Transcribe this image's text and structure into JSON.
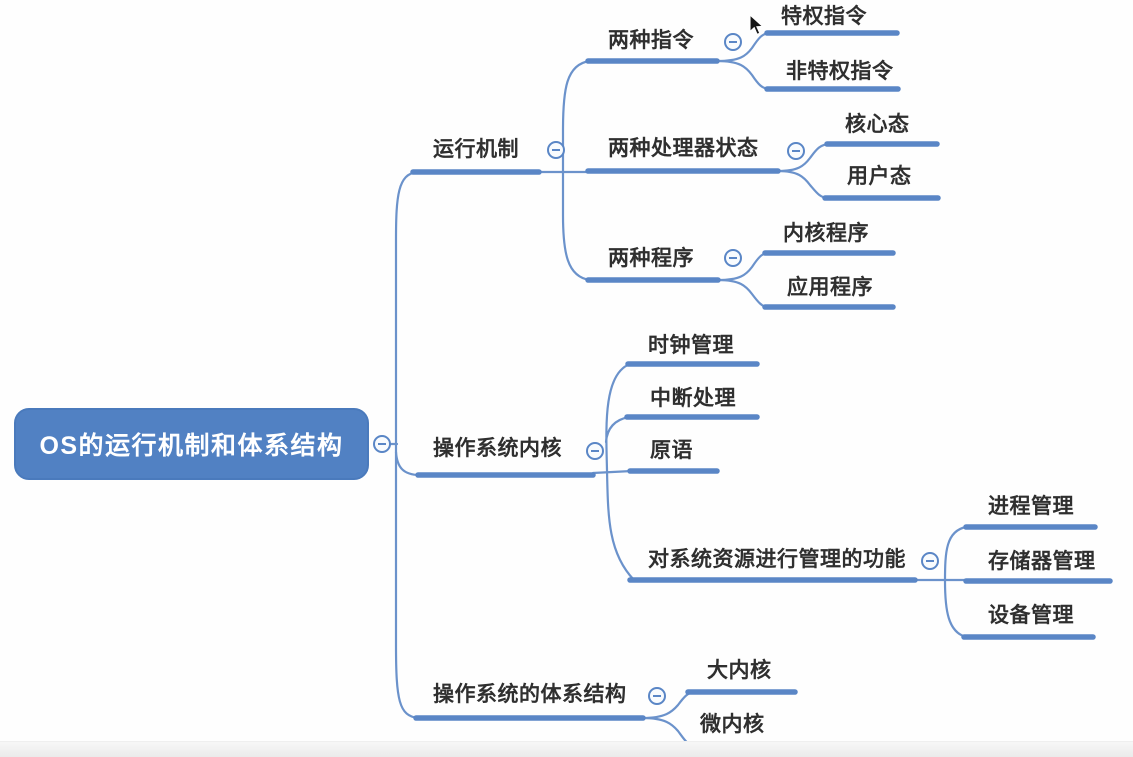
{
  "app": {
    "view": "mind-map"
  },
  "colors": {
    "branch_line": "#5a86c6",
    "root_fill": "#5181c3",
    "root_text": "#ffffff",
    "topic_text": "#2f2f2f",
    "bottom_bar": "#eeeeee"
  },
  "icons": {
    "collapse": "minus-in-circle",
    "pointer": "arrow-cursor"
  },
  "mindmap": {
    "root": {
      "label": "OS的运行机制和体系结构"
    },
    "branches": [
      {
        "label": "运行机制",
        "children": [
          {
            "label": "两种指令",
            "children": [
              {
                "label": "特权指令"
              },
              {
                "label": "非特权指令"
              }
            ]
          },
          {
            "label": "两种处理器状态",
            "children": [
              {
                "label": "核心态"
              },
              {
                "label": "用户态"
              }
            ]
          },
          {
            "label": "两种程序",
            "children": [
              {
                "label": "内核程序"
              },
              {
                "label": "应用程序"
              }
            ]
          }
        ]
      },
      {
        "label": "操作系统内核",
        "children": [
          {
            "label": "时钟管理"
          },
          {
            "label": "中断处理"
          },
          {
            "label": "原语"
          },
          {
            "label": "对系统资源进行管理的功能",
            "children": [
              {
                "label": "进程管理"
              },
              {
                "label": "存储器管理"
              },
              {
                "label": "设备管理"
              }
            ]
          }
        ]
      },
      {
        "label": "操作系统的体系结构",
        "children": [
          {
            "label": "大内核"
          },
          {
            "label": "微内核"
          }
        ]
      }
    ]
  }
}
